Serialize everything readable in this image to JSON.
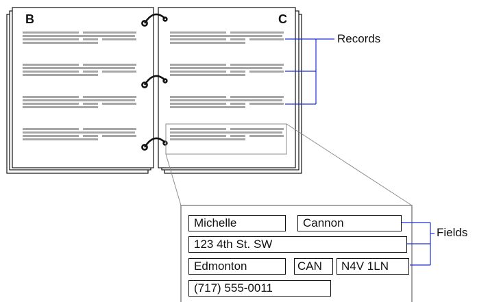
{
  "binder": {
    "left_page_letter": "B",
    "right_page_letter": "C",
    "left_record_count": 4,
    "right_record_count": 4
  },
  "callouts": {
    "records": "Records",
    "fields": "Fields"
  },
  "record_detail": {
    "first_name": "Michelle",
    "last_name": "Cannon",
    "street": "123 4th St. SW",
    "city": "Edmonton",
    "country": "CAN",
    "postal_code": "N4V 1LN",
    "phone": "(717) 555-0011"
  },
  "colors": {
    "ink": "#111111",
    "text_lines": "#a6a6a6",
    "leader_lines": "#1c2fd6",
    "zoom_lines": "#8c8c8c"
  }
}
